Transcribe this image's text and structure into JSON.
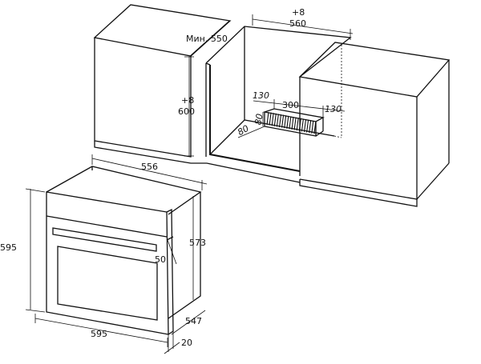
{
  "cabinet": {
    "niche_width_tol": "+8",
    "niche_width": "560",
    "niche_depth": "Мин. 550",
    "niche_height_tol": "+8",
    "niche_height": "600",
    "vent_offset_left": "130",
    "vent_width": "300",
    "vent_offset_right": "130",
    "vent_height": "80",
    "vent_depth": "80"
  },
  "oven": {
    "body_width": "556",
    "front_height": "595",
    "body_height": "573",
    "handle_offset": "50",
    "front_width": "595",
    "body_depth": "547",
    "front_thickness": "20"
  },
  "colors": {
    "line": "#111111",
    "background": "#ffffff"
  }
}
